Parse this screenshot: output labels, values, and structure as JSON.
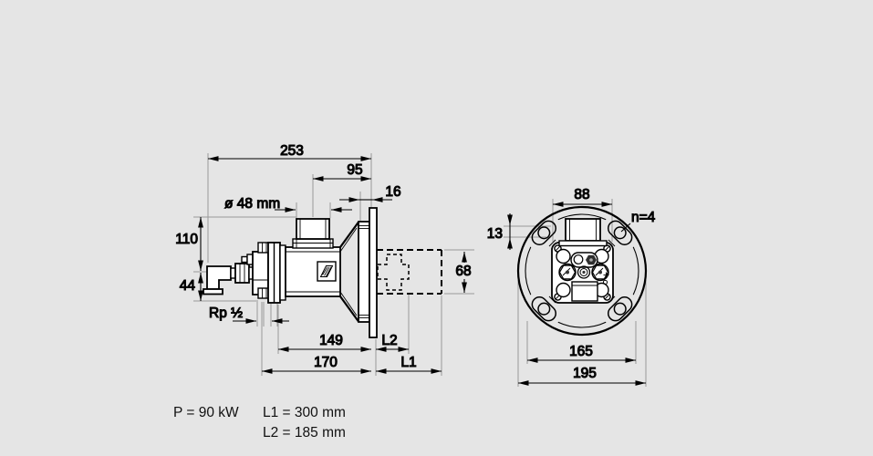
{
  "colors": {
    "background": "#e5e5e5",
    "line": "#000000",
    "extension_line": "#999999",
    "fill": "#ffffff"
  },
  "side_view": {
    "overall_depth": "253",
    "connection_to_flange": "95",
    "flange_offset": "16",
    "connection_diameter": "ø 48 mm",
    "height_above_axis": "110",
    "axis_to_base": "44",
    "gas_connection_thread": "Rp ½",
    "body_length": "149",
    "housing_length": "170",
    "tube_length_1_label": "L1",
    "tube_length_2_label": "L2",
    "tube_diameter": "68"
  },
  "front_view": {
    "connection_width": "88",
    "bolt_count": "n=4",
    "slot_offset": "13",
    "bolt_circle_diameter": "165",
    "flange_diameter": "195"
  },
  "legend": {
    "power": "P = 90 kW",
    "l1": "L1 = 300 mm",
    "l2": "L2 = 185 mm"
  }
}
